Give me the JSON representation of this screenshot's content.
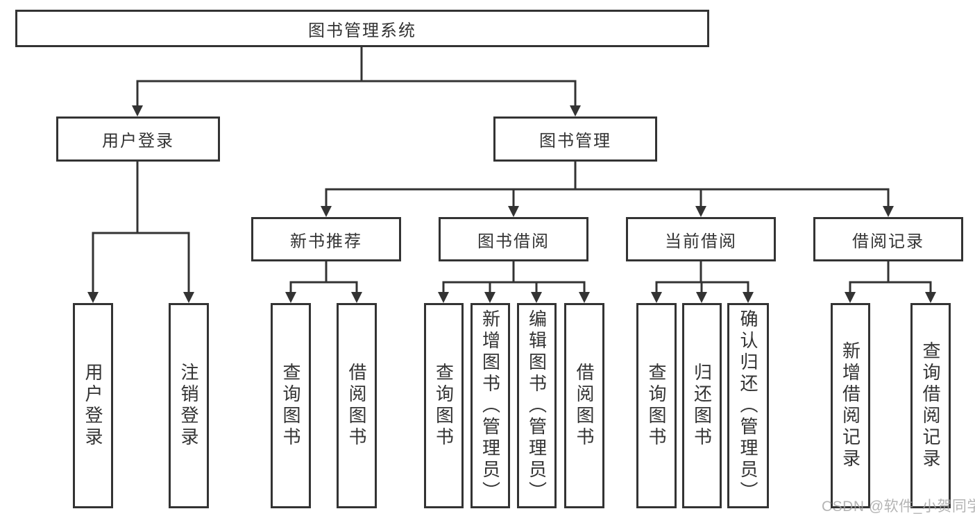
{
  "diagram_title": "图书管理系统",
  "nodes": [
    {
      "id": "root",
      "label": "图书管理系统"
    },
    {
      "id": "user-login-group",
      "label": "用户登录"
    },
    {
      "id": "book-management",
      "label": "图书管理"
    },
    {
      "id": "new-book-recommend",
      "label": "新书推荐"
    },
    {
      "id": "book-borrow",
      "label": "图书借阅"
    },
    {
      "id": "current-borrow",
      "label": "当前借阅"
    },
    {
      "id": "borrow-records",
      "label": "借阅记录"
    },
    {
      "id": "leaf-user-login",
      "label": "用户登录"
    },
    {
      "id": "leaf-logout",
      "label": "注销登录"
    },
    {
      "id": "leaf-query-books-recommend",
      "label": "查询图书"
    },
    {
      "id": "leaf-borrow-books-recommend",
      "label": "借阅图书"
    },
    {
      "id": "leaf-query-books-borrow",
      "label": "查询图书"
    },
    {
      "id": "leaf-add-books-admin",
      "label": "新增图书（管理员）"
    },
    {
      "id": "leaf-edit-books-admin",
      "label": "编辑图书（管理员）"
    },
    {
      "id": "leaf-borrow-books-borrow",
      "label": "借阅图书"
    },
    {
      "id": "leaf-query-books-current",
      "label": "查询图书"
    },
    {
      "id": "leaf-return-books",
      "label": "归还图书"
    },
    {
      "id": "leaf-confirm-return-admin",
      "label": "确认归还（管理员）"
    },
    {
      "id": "leaf-add-borrow-record",
      "label": "新增借阅记录"
    },
    {
      "id": "leaf-query-borrow-record",
      "label": "查询借阅记录"
    }
  ],
  "hierarchy": {
    "root": [
      "user-login-group",
      "book-management"
    ],
    "user-login-group": [
      "leaf-user-login",
      "leaf-logout"
    ],
    "book-management": [
      "new-book-recommend",
      "book-borrow",
      "current-borrow",
      "borrow-records"
    ],
    "new-book-recommend": [
      "leaf-query-books-recommend",
      "leaf-borrow-books-recommend"
    ],
    "book-borrow": [
      "leaf-query-books-borrow",
      "leaf-add-books-admin",
      "leaf-edit-books-admin",
      "leaf-borrow-books-borrow"
    ],
    "current-borrow": [
      "leaf-query-books-current",
      "leaf-return-books",
      "leaf-confirm-return-admin"
    ],
    "borrow-records": [
      "leaf-add-borrow-record",
      "leaf-query-borrow-record"
    ]
  },
  "watermark": "CSDN @软件_小贺同学",
  "colors": {
    "line": "#333333",
    "box_background": "#ffffff",
    "text": "#333333",
    "watermark": "#a3a3a3"
  }
}
